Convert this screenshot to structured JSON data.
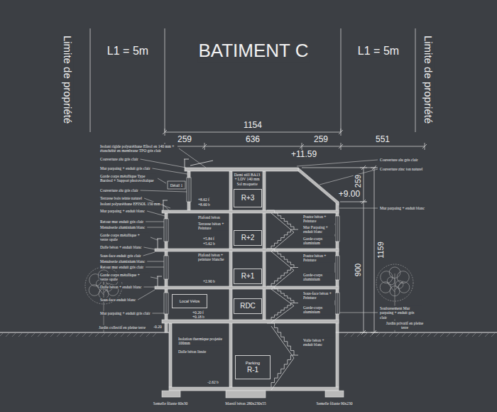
{
  "diagram": {
    "title": "BATIMENT C",
    "nodes": [
      {
        "text": [
          "R+3"
        ]
      },
      {
        "text": [
          "R+2"
        ]
      },
      {
        "text": [
          "R+1"
        ]
      },
      {
        "text": [
          "Local Vélos"
        ]
      },
      {
        "text": [
          "RDC"
        ]
      },
      {
        "text": [
          "Parking",
          "R-1"
        ]
      }
    ],
    "labels": [
      "Limite de propriété",
      "Limite de propriété",
      "L1 = 5m",
      "L1 = 5m",
      "1154",
      "259",
      "636",
      "259",
      "551",
      "+11.59",
      "+9.00",
      "259",
      "1159",
      "900",
      "Couverture alu gris clair",
      "Couverture zinc ton naturel",
      "Mur parpaing + enduit blanc",
      "Soubassement Mur parpaing + enduit gris clair",
      "Jardin privatif en pleine terre",
      "Isolant rigide polyuréthane Efisol en 140 mm + étanchéité en membrane TPO gris clair",
      "Couverture alu gris clair",
      "Mur parpaing + enduit gris clair",
      "Garde corps métallique Type Barrisol + Support photovoltaïque",
      "Couverture alu gris clair",
      "Terrasse bois teinte naturel",
      "Isolant polyuréthane EFISOL 150 mm",
      "Mur parpaing + enduit blanc",
      "Retour mur enduit gris clair",
      "Menuiserie aluminium blanc",
      "Garde corps métallique + verre opale",
      "Dalle béton + enduit blanc",
      "Sous-face enduit gris clair",
      "Menuiserie aluminium blanc",
      "Retour mur enduit gris clair",
      "Garde corps métallique + verre opale",
      "Dalle béton + enduit blanc",
      "Sous-face enduit blanc",
      "Mur parpaing + enduit gris clair",
      "Jardin collectif en pleine terre",
      "Détail 1",
      "+8.62 f",
      "+8.60 b",
      "Plafond béton",
      "Terrasse béton + Peinture",
      "+5.84 f",
      "+5.62 b",
      "Plafond béton + peinture blanche",
      "+2.90 b",
      "+0.20 f",
      "+0.18 b",
      "-0.20",
      "-2.62 b",
      "Poutre béton + Peinture",
      "Mur Parpaing + enduit blanc",
      "Garde-corps aluminium",
      "Poutre béton + Peinture",
      "Garde-corps aluminium",
      "Sous-face béton + Peinture",
      "Garde-corps aluminium",
      "Demi still BA13 + LDV 140 mm Sol moquette",
      "Isolation thermique projetée 100mm",
      "Dalle béton lissée",
      "Voile béton + enduit blanc",
      "Semelle filante 60x30",
      "Massif béton 280x230x55",
      "Semelle filante 90x230"
    ]
  }
}
